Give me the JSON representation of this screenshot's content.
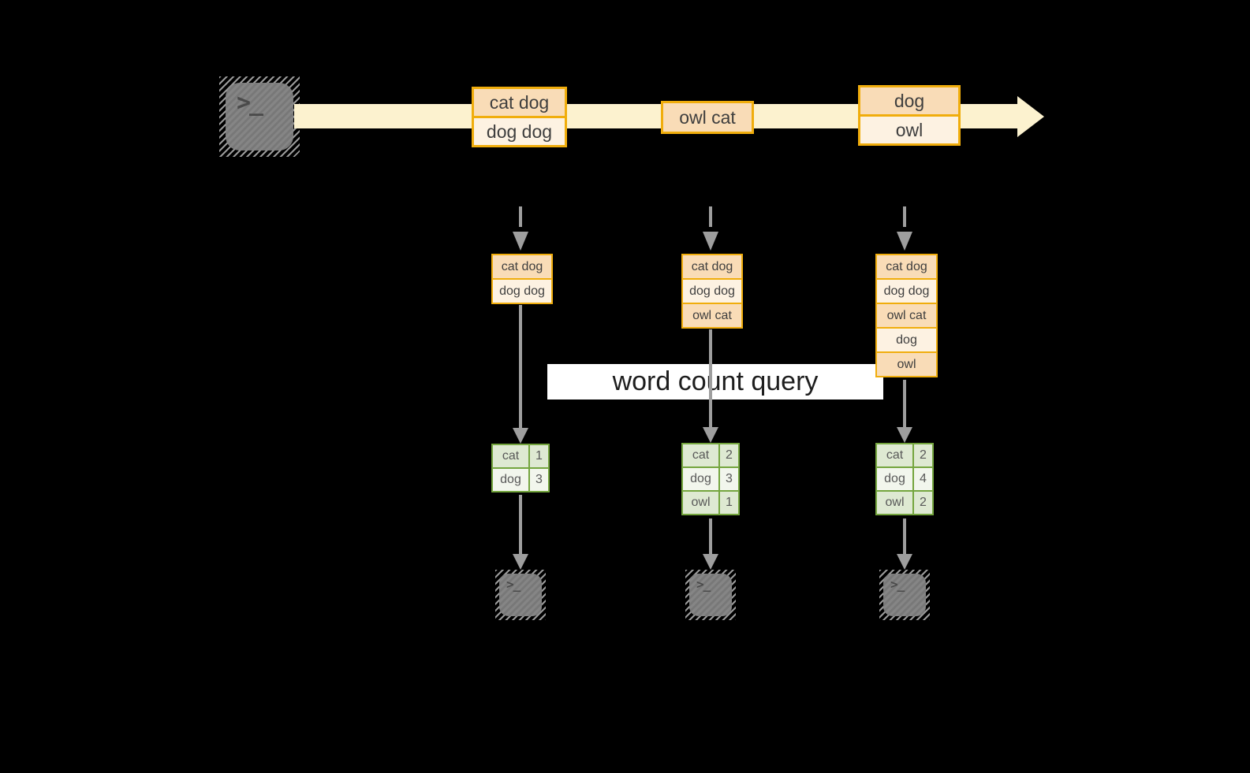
{
  "query_label": "word count query",
  "terminal_glyph": ">_",
  "stream": {
    "batches": [
      {
        "items": [
          "cat dog",
          "dog dog"
        ]
      },
      {
        "items": [
          "owl cat"
        ]
      },
      {
        "items": [
          "dog",
          "owl"
        ]
      }
    ]
  },
  "columns": [
    {
      "micro_batch": [
        "cat dog",
        "dog dog"
      ],
      "counts": [
        {
          "word": "cat",
          "count": "1"
        },
        {
          "word": "dog",
          "count": "3"
        }
      ]
    },
    {
      "micro_batch": [
        "cat dog",
        "dog dog",
        "owl cat"
      ],
      "counts": [
        {
          "word": "cat",
          "count": "2"
        },
        {
          "word": "dog",
          "count": "3"
        },
        {
          "word": "owl",
          "count": "1"
        }
      ]
    },
    {
      "micro_batch": [
        "cat dog",
        "dog dog",
        "owl cat",
        "dog",
        "owl"
      ],
      "counts": [
        {
          "word": "cat",
          "count": "2"
        },
        {
          "word": "dog",
          "count": "4"
        },
        {
          "word": "owl",
          "count": "2"
        }
      ]
    }
  ],
  "colors": {
    "stream_band": "#FCF2CF",
    "record_border": "#F0AD0C",
    "record_fill_dark": "#F9DCB7",
    "record_fill_light": "#FDF2E2",
    "table_border": "#74A53E",
    "table_fill_dark": "#DEE9D2",
    "table_fill_light": "#F2F6ED",
    "arrow": "#9E9E9E",
    "terminal": "#7B7B7B"
  }
}
